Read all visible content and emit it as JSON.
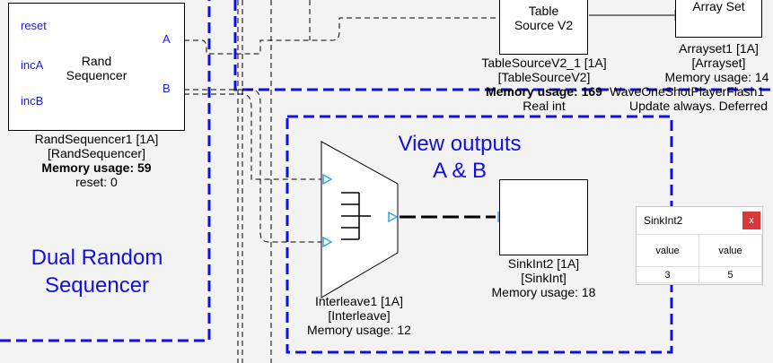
{
  "blocks": {
    "rand_sequencer": {
      "title_line1": "Rand",
      "title_line2": "Sequencer",
      "in_ports": [
        "reset",
        "incA",
        "incB"
      ],
      "out_ports": [
        "A",
        "B"
      ],
      "label_name": "RandSequencer1 [1A]",
      "label_type": "[RandSequencer]",
      "label_memory": "Memory usage: 59",
      "label_extra": "reset: 0"
    },
    "table_source": {
      "title_line1": "Table",
      "title_line2": "Source V2",
      "label_name": "TableSourceV2_1 [1A]",
      "label_type": "[TableSourceV2]",
      "label_memory": "Memory usage: 169",
      "label_extra": "Real int"
    },
    "arrayset": {
      "title": "Array Set",
      "label_name": "Arrayset1 [1A]",
      "label_type": "[Arrayset]",
      "label_memory": "Memory usage: 14"
    },
    "waveplayer_label": {
      "line1": "WaveOneShotPlayerFlash1",
      "line2": "Update always. Deferred"
    },
    "interleave": {
      "label_name": "Interleave1 [1A]",
      "label_type": "[Interleave]",
      "label_memory": "Memory usage: 12"
    },
    "sinkint": {
      "label_name": "SinkInt2 [1A]",
      "label_type": "[SinkInt]",
      "label_memory": "Memory usage: 18"
    }
  },
  "groups": {
    "view_outputs": {
      "line1": "View outputs",
      "line2": "A & B"
    },
    "dual_random": {
      "line1": "Dual Random",
      "line2": "Sequencer"
    }
  },
  "popup": {
    "title": "SinkInt2",
    "close_glyph": "x",
    "headers": [
      "value",
      "value"
    ],
    "values": [
      "3",
      "5"
    ]
  },
  "colors": {
    "group_border": "#1010e0",
    "port_arrow": "#3aa0e0",
    "port_text": "#1d1dd6",
    "popup_close": "#d9393a"
  }
}
